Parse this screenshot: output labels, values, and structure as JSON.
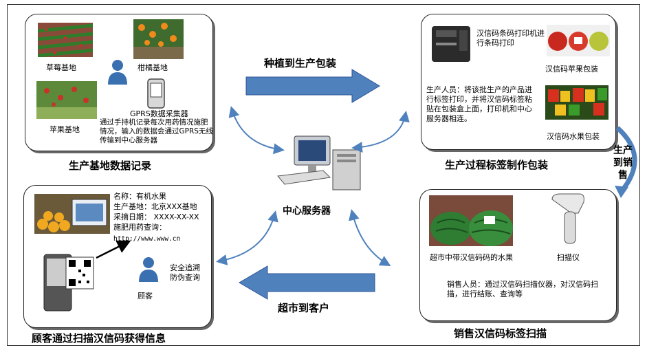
{
  "panels": {
    "production_base": {
      "caption": "生产基地数据记录",
      "strawberry": "草莓基地",
      "orange": "柑橘基地",
      "apple": "苹果基地",
      "gprs_title": "GPRS数据采集器",
      "gprs_desc": "通过手持机记录每次用药情况施肥情况，输入的数据会通过GPRS无线传输到中心服务器"
    },
    "packaging": {
      "caption": "生产过程标签制作包装",
      "printer": "汉信码条码打印机进行条码打印",
      "apple_pack": "汉信码苹果包装",
      "staff": "生产人员：将该批生产的产品进行标签打印，并将汉信码标签粘贴在包装盒上面，打印机和中心服务器相连。",
      "fruit_pack": "汉信码水果包装"
    },
    "sales": {
      "caption": "销售汉信码标签扫描",
      "watermelon": "超市中带汉信码码的水果",
      "scanner": "扫描仪",
      "staff": "销售人员：通过汉信码扫描仪器，对汉信码扫描，进行结账、查询等"
    },
    "customer": {
      "caption": "顾客通过扫描汉信码获得信息",
      "name": "名称：有机水果",
      "base": "生产基地：北京XXX基地",
      "date": "采摘日期：  XXXX-XX-XX",
      "query": "施肥用药查询：",
      "url": "http://www.www.cn",
      "trace": "安全追溯防伪查询",
      "customer": "顾客"
    }
  },
  "server": {
    "label": "中心服务器"
  },
  "flows": {
    "plant_to_pack": "种植到生产包装",
    "market_to_customer": "超市到客户",
    "production_to_sales": "生产到销售"
  },
  "colors": {
    "arrow_blue": "#4f81bd",
    "arrow_dark": "#2f5597"
  }
}
